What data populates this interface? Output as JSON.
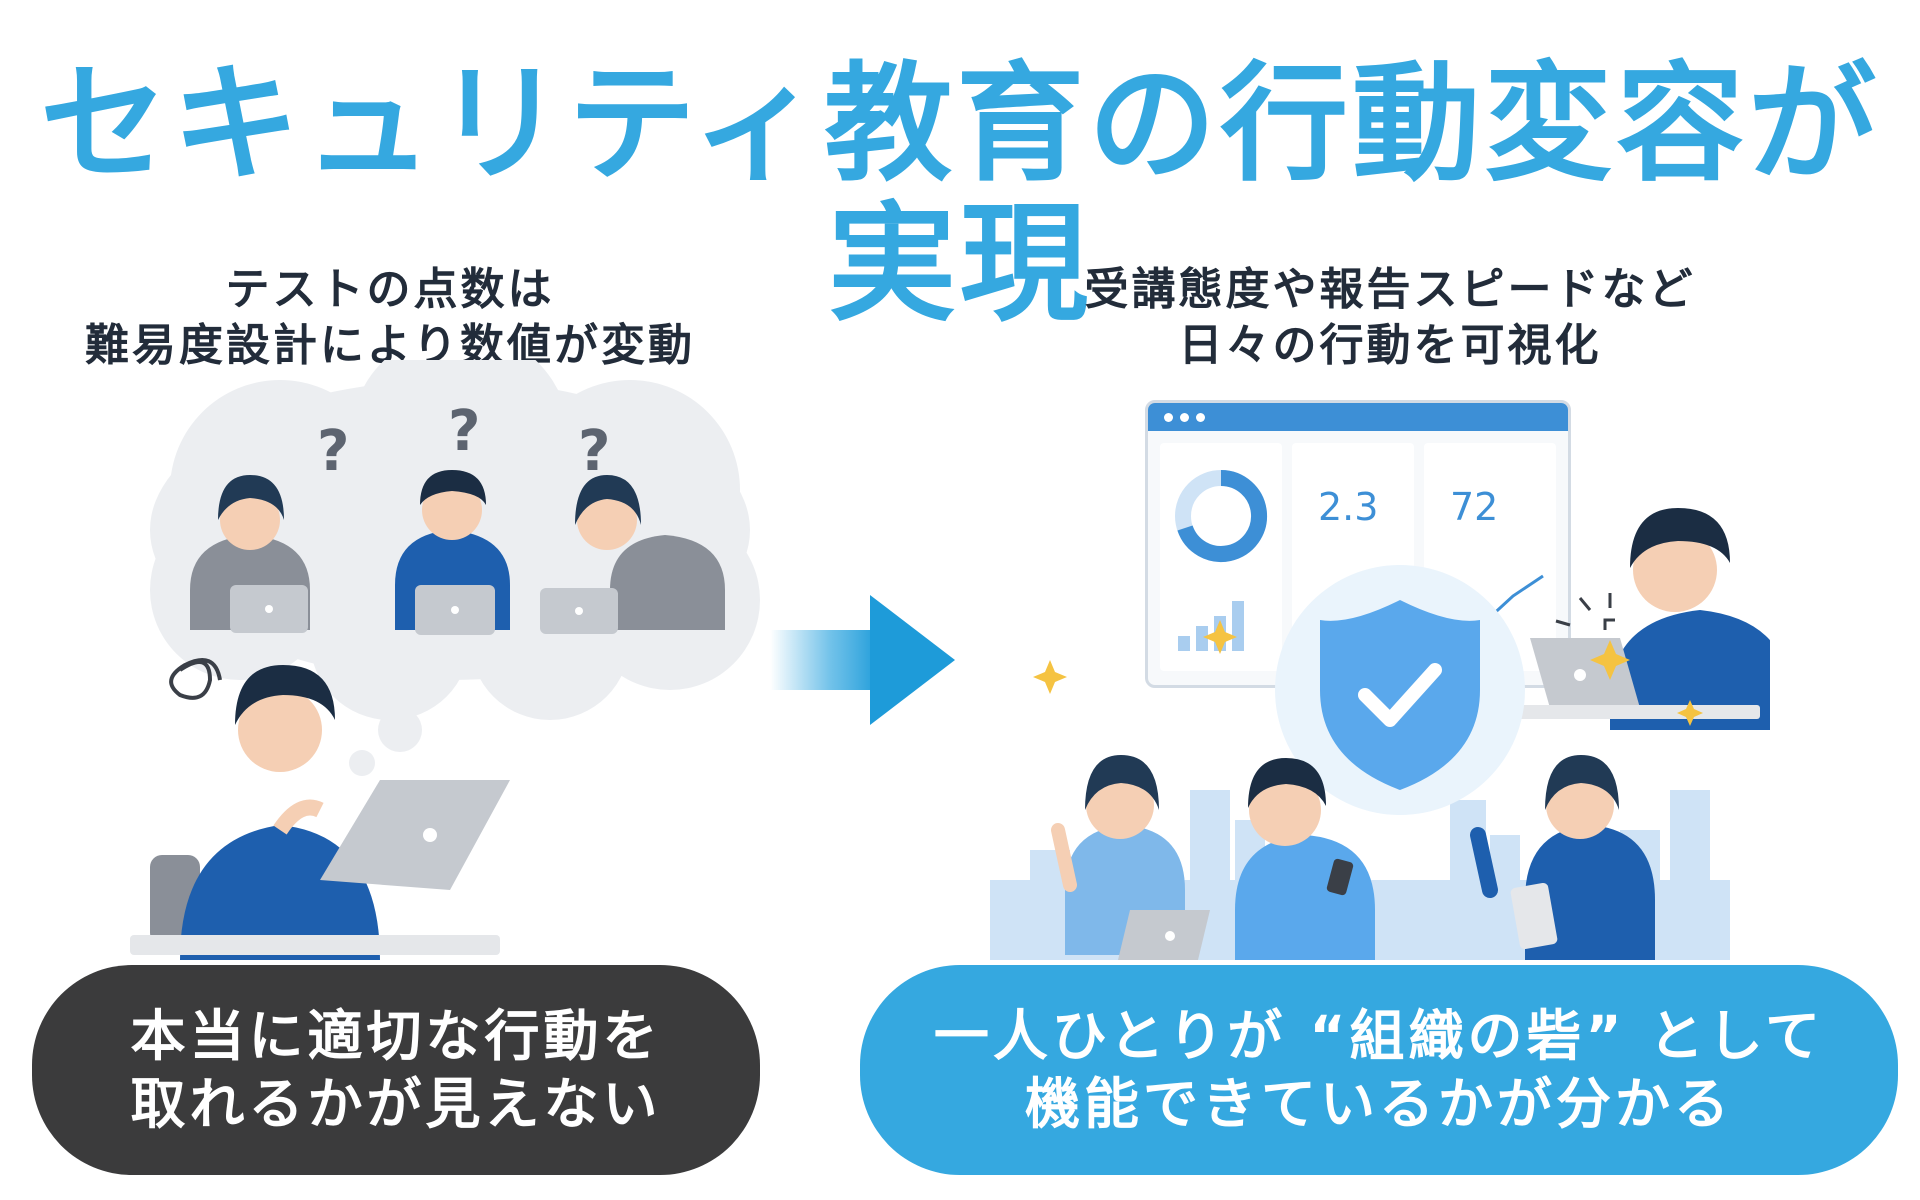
{
  "title": "セキュリティ教育の行動変容が実現",
  "left": {
    "caption_line1": "テストの点数は",
    "caption_line2": "難易度設計により数値が変動",
    "question_marks": [
      "?",
      "?",
      "?"
    ],
    "bottom_line1": "本当に適切な行動を",
    "bottom_line2": "取れるかが見えない"
  },
  "right": {
    "caption_line1": "受講態度や報告スピードなど",
    "caption_line2": "日々の行動を可視化",
    "dashboard": {
      "metric1": "2.3",
      "metric2": "72"
    },
    "bottom_line1": "一人ひとりが “組織の砦” として",
    "bottom_line2": "機能できているかが分かる"
  },
  "colors": {
    "accent": "#35a8e0",
    "dark_pill": "#3b3b3c",
    "suit_blue": "#1e5fae",
    "cloud_gray": "#eceef1"
  },
  "icons": [
    "question-mark-icon",
    "arrow-right-icon",
    "shield-check-icon",
    "sparkle-icon",
    "confusion-scribble-icon"
  ]
}
